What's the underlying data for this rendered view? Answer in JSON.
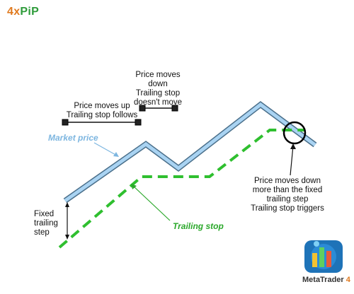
{
  "logo": {
    "part1": "4x",
    "part2": "PiP"
  },
  "annotations": {
    "price_up": "Price moves up\nTrailing stop follows",
    "price_down": "Price moves\ndown\nTrailing stop\ndoesn't move",
    "market_price": "Market price",
    "trailing_stop": "Trailing stop",
    "fixed_step": "Fixed\ntrailing\nstep",
    "trigger": "Price moves down\nmore than the fixed\ntrailing step\nTrailing stop triggers"
  },
  "brand": {
    "name": "MetaTrader",
    "version": "4"
  },
  "colors": {
    "market_price": "#a9d3f2",
    "market_price_outline": "#4a6f8a",
    "trailing_stop": "#2fbf2f",
    "marker": "#111111"
  }
}
